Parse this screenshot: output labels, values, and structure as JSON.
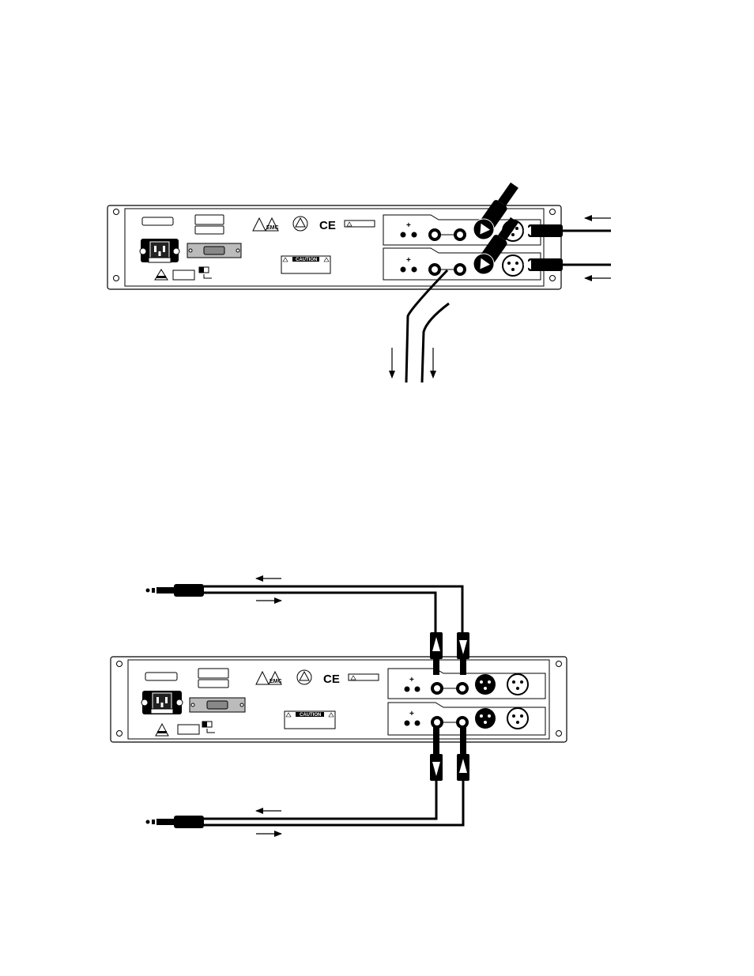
{
  "figure_1": {
    "caution_label": "CAUTION",
    "ce_mark": "CE",
    "connection": "xlr-balanced"
  },
  "figure_2": {
    "caution_label": "CAUTION",
    "ce_mark": "CE",
    "connection": "quarter-inch-insert"
  }
}
